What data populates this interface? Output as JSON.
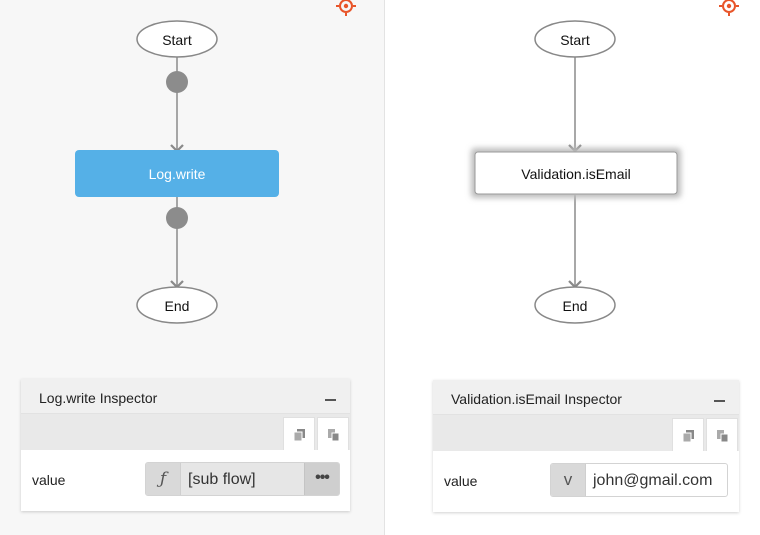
{
  "left": {
    "start_label": "Start",
    "node_label": "Log.write",
    "end_label": "End",
    "inspector": {
      "title": "Log.write Inspector",
      "row_label": "value",
      "type_symbol": "ƒ",
      "value": "[sub flow]",
      "more": "•••"
    }
  },
  "right": {
    "start_label": "Start",
    "node_label": "Validation.isEmail",
    "end_label": "End",
    "inspector": {
      "title": "Validation.isEmail Inspector",
      "row_label": "value",
      "type_symbol": "v",
      "value": "john@gmail.com"
    }
  },
  "colors": {
    "selected_node": "#55b0e7",
    "connector": "#8a8a8a",
    "target_icon": "#e8552a"
  },
  "icons": [
    "target-icon",
    "copy-icon",
    "paste-icon",
    "minimize-icon"
  ]
}
